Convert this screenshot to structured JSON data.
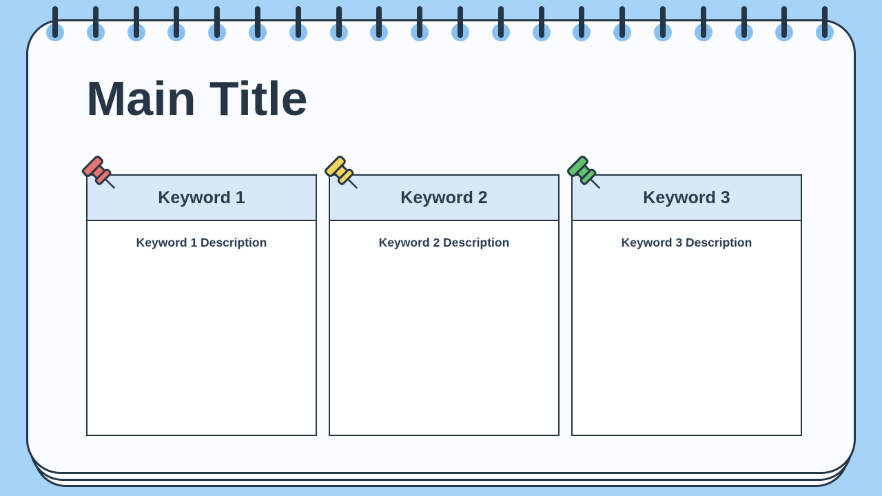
{
  "title": "Main Title",
  "binding": {
    "ring_count": 20
  },
  "cards": [
    {
      "label": "Keyword 1",
      "description": "Keyword 1 Description",
      "pin": {
        "name": "red-pushpin",
        "color": "#e87571"
      }
    },
    {
      "label": "Keyword 2",
      "description": "Keyword 2 Description",
      "pin": {
        "name": "yellow-pushpin",
        "color": "#f4d65e"
      }
    },
    {
      "label": "Keyword 3",
      "description": "Keyword 3 Description",
      "pin": {
        "name": "green-pushpin",
        "color": "#5fc46c"
      }
    }
  ],
  "colors": {
    "background": "#a6d4f8",
    "page": "#fbfcfd",
    "outline_navy": "#263646",
    "card_header": "#d9e8f6",
    "ring_hole": "#8ac1f3"
  }
}
